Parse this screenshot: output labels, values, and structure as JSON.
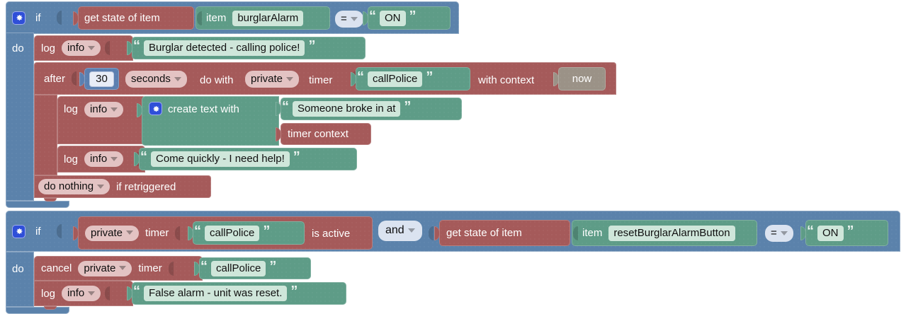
{
  "editor": {
    "name": "blockly-rule-editor",
    "colors": {
      "control": "#5b82ab",
      "action": "#a55a5a",
      "text": "#5e9c87",
      "context": "#9b9287",
      "math": "#5b7fb0",
      "gear": "#2f4fd8",
      "canvas": "#ffffff"
    }
  },
  "rule1": {
    "if_label": "if",
    "do_label": "do",
    "gear_icon": "gear-icon",
    "condition": {
      "get_state": "get state of item",
      "item_label": "item",
      "item_value": "burglarAlarm",
      "operator": "=",
      "compare_value": "ON"
    },
    "log1": {
      "log_label": "log",
      "level": "info",
      "message": "Burglar detected - calling police!"
    },
    "after": {
      "after_label": "after",
      "amount": "30",
      "unit": "seconds",
      "do_with_label": "do with",
      "scope": "private",
      "timer_label": "timer",
      "timer_name": "callPolice",
      "with_context_label": "with context",
      "context_value": "now",
      "retrigger_action": "do nothing",
      "retrigger_label": "if retriggered",
      "body": {
        "log2": {
          "log_label": "log",
          "level": "info",
          "create_text_label": "create text with",
          "text_part1": "Someone broke in at",
          "text_part2": "timer context",
          "gear_icon": "gear-icon"
        },
        "log3": {
          "log_label": "log",
          "level": "info",
          "message": "Come quickly - I need help!"
        }
      }
    }
  },
  "rule2": {
    "if_label": "if",
    "do_label": "do",
    "gear_icon": "gear-icon",
    "condition_a": {
      "scope": "private",
      "timer_label": "timer",
      "timer_name": "callPolice",
      "is_active_label": "is active"
    },
    "logic_operator": "and",
    "condition_b": {
      "get_state": "get state of item",
      "item_label": "item",
      "item_value": "resetBurglarAlarmButton",
      "operator": "=",
      "compare_value": "ON"
    },
    "cancel": {
      "cancel_label": "cancel",
      "scope": "private",
      "timer_label": "timer",
      "timer_name": "callPolice"
    },
    "log": {
      "log_label": "log",
      "level": "info",
      "message": "False alarm - unit was reset."
    }
  }
}
